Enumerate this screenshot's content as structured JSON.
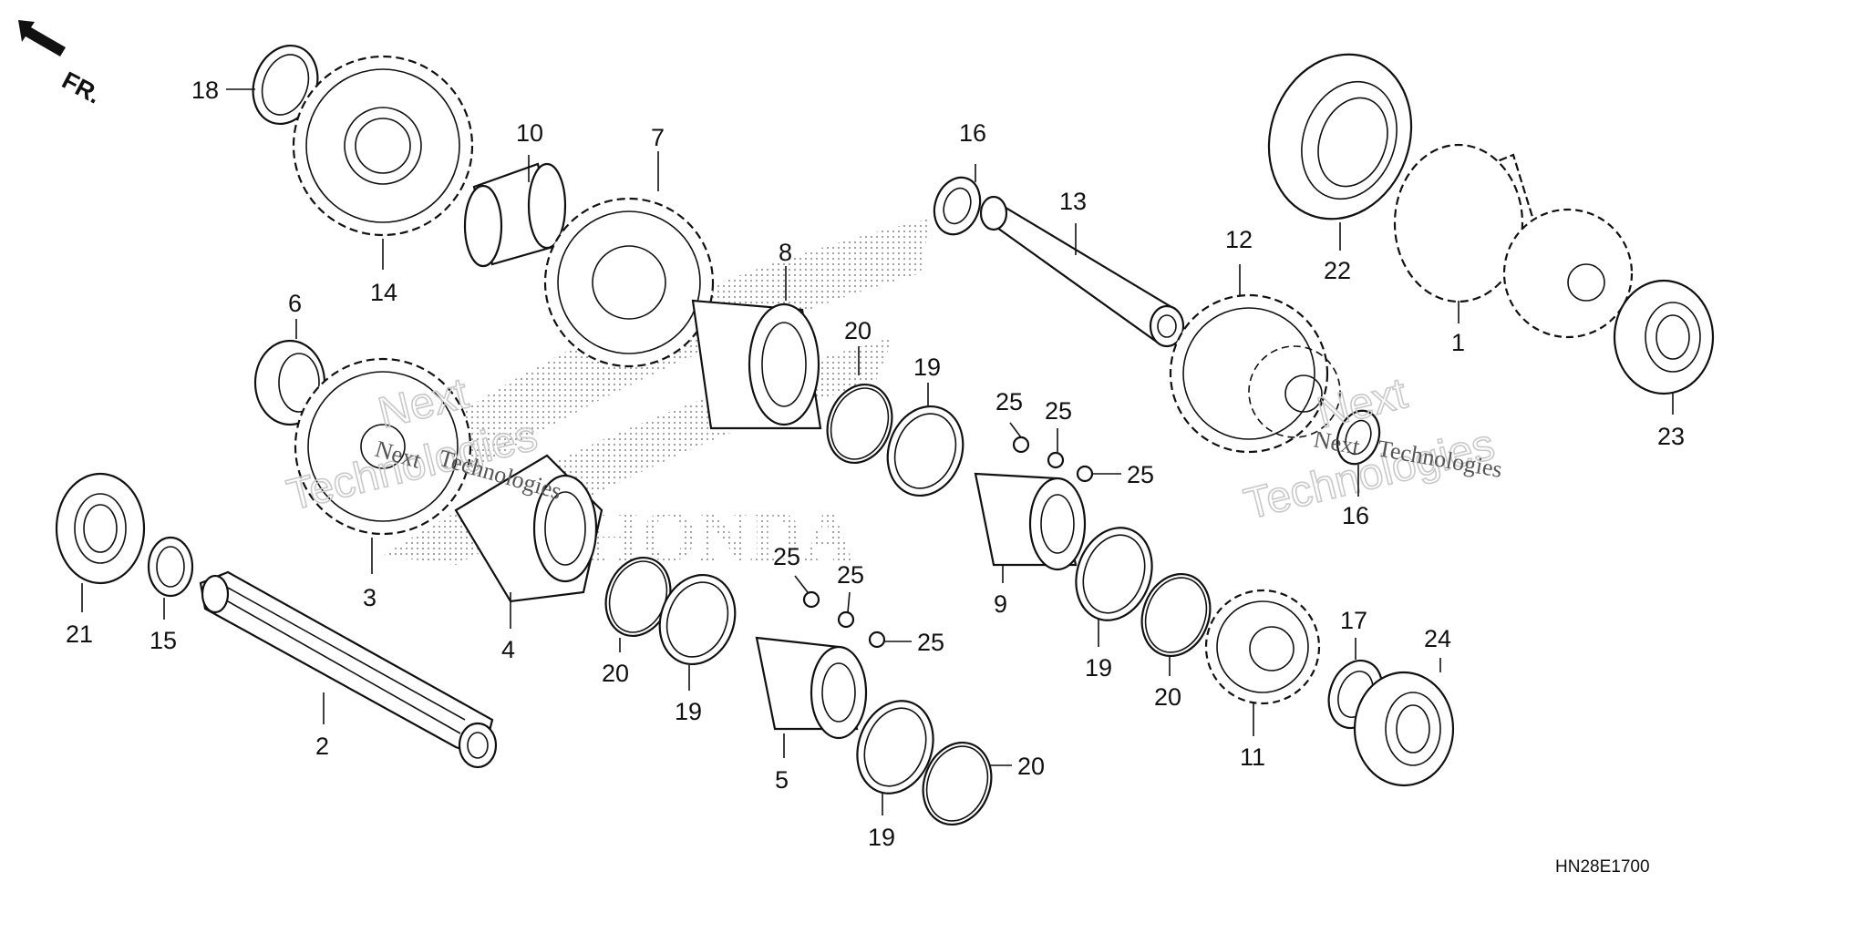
{
  "diagram": {
    "direction_label": "FR.",
    "drawing_code": "HN28E1700",
    "watermark_lines": [
      "Next",
      "Technologies"
    ],
    "logo_text": "HONDA",
    "callouts": [
      {
        "id": "c1",
        "text": "1"
      },
      {
        "id": "c2",
        "text": "2"
      },
      {
        "id": "c3",
        "text": "3"
      },
      {
        "id": "c4",
        "text": "4"
      },
      {
        "id": "c5",
        "text": "5"
      },
      {
        "id": "c6",
        "text": "6"
      },
      {
        "id": "c7",
        "text": "7"
      },
      {
        "id": "c8",
        "text": "8"
      },
      {
        "id": "c9",
        "text": "9"
      },
      {
        "id": "c10",
        "text": "10"
      },
      {
        "id": "c11",
        "text": "11"
      },
      {
        "id": "c12",
        "text": "12"
      },
      {
        "id": "c13",
        "text": "13"
      },
      {
        "id": "c14",
        "text": "14"
      },
      {
        "id": "c15",
        "text": "15"
      },
      {
        "id": "c16a",
        "text": "16"
      },
      {
        "id": "c16b",
        "text": "16"
      },
      {
        "id": "c17",
        "text": "17"
      },
      {
        "id": "c18",
        "text": "18"
      },
      {
        "id": "c19a",
        "text": "19"
      },
      {
        "id": "c19b",
        "text": "19"
      },
      {
        "id": "c19c",
        "text": "19"
      },
      {
        "id": "c19d",
        "text": "19"
      },
      {
        "id": "c20a",
        "text": "20"
      },
      {
        "id": "c20b",
        "text": "20"
      },
      {
        "id": "c20c",
        "text": "20"
      },
      {
        "id": "c20d",
        "text": "20"
      },
      {
        "id": "c21",
        "text": "21"
      },
      {
        "id": "c22",
        "text": "22"
      },
      {
        "id": "c23",
        "text": "23"
      },
      {
        "id": "c24",
        "text": "24"
      },
      {
        "id": "c25a",
        "text": "25"
      },
      {
        "id": "c25b",
        "text": "25"
      },
      {
        "id": "c25c",
        "text": "25"
      },
      {
        "id": "c25d",
        "text": "25"
      },
      {
        "id": "c25e",
        "text": "25"
      },
      {
        "id": "c25f",
        "text": "25"
      }
    ]
  }
}
